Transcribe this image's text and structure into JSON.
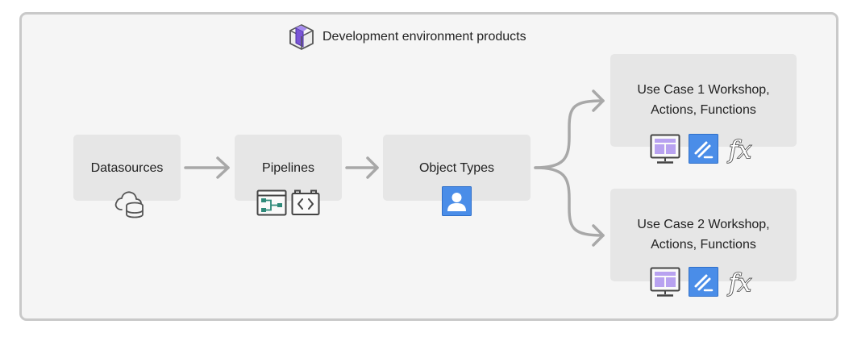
{
  "diagram": {
    "title": "Development environment products",
    "nodes": {
      "datasources": {
        "label": "Datasources",
        "icon": "cloud-database-icon"
      },
      "pipelines": {
        "label": "Pipelines",
        "icons": [
          "pipeline-builder-icon",
          "code-repository-icon"
        ]
      },
      "object_types": {
        "label": "Object Types",
        "icon": "object-type-icon"
      },
      "use_case_1": {
        "line1": "Use Case 1 Workshop,",
        "line2": "Actions, Functions",
        "icons": [
          "workshop-icon",
          "actions-icon",
          "functions-icon"
        ]
      },
      "use_case_2": {
        "line1": "Use Case 2 Workshop,",
        "line2": "Actions, Functions",
        "icons": [
          "workshop-icon",
          "actions-icon",
          "functions-icon"
        ]
      }
    },
    "edges": [
      {
        "from": "datasources",
        "to": "pipelines"
      },
      {
        "from": "pipelines",
        "to": "object_types"
      },
      {
        "from": "object_types",
        "to": "use_case_1"
      },
      {
        "from": "object_types",
        "to": "use_case_2"
      }
    ],
    "colors": {
      "frame_border": "#c9c9c9",
      "node_fill": "#e6e6e6",
      "arrow": "#a8a8a8",
      "accent_blue": "#4a8de8",
      "accent_purple": "#b8a2f0",
      "accent_green": "#2f8a7a"
    }
  }
}
